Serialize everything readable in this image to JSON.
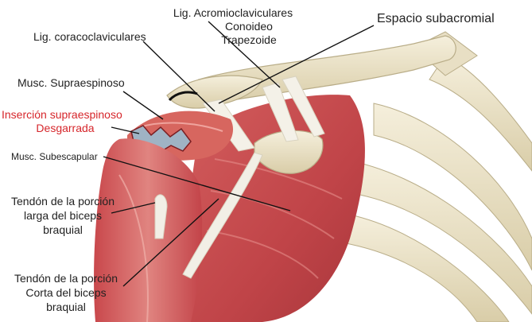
{
  "labels": {
    "acromioclaviculares": "Lig. Acromioclaviculares",
    "conoideo": "Conoideo",
    "trapezoide": "Trapezoide",
    "subacromial": "Espacio subacromial",
    "coracoclaviculares": "Lig. coracoclaviculares",
    "supraespinoso": "Musc. Supraespinoso",
    "insercion_line1": "Inserción supraespinoso",
    "insercion_line2": "Desgarrada",
    "subescapular": "Musc. Subescapular",
    "tendon_larga_1": "Tendón de la porción",
    "tendon_larga_2": "larga del biceps",
    "tendon_larga_3": "braquial",
    "tendon_corta_1": "Tendón de la porción",
    "tendon_corta_2": "Corta del biceps",
    "tendon_corta_3": "braquial"
  },
  "colors": {
    "bone": "#efe7cf",
    "bone_shadow": "#c9bd98",
    "muscle": "#c84d4f",
    "muscle_dark": "#9e2f34",
    "tendon": "#f2efe6",
    "tear": "#9fb3c4",
    "text": "#222222",
    "highlight_text": "#d6262b"
  }
}
